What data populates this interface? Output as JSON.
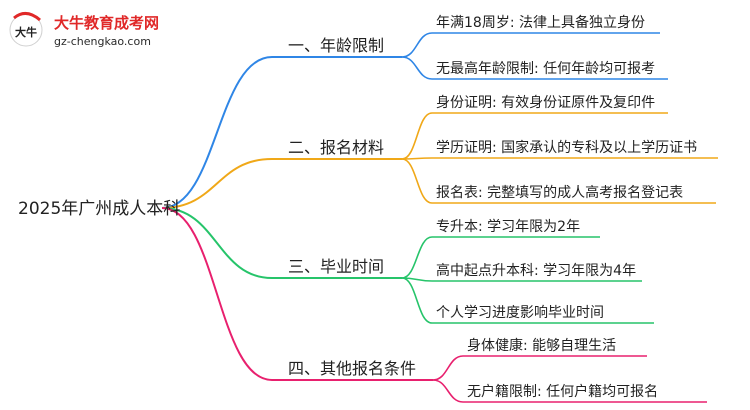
{
  "logo": {
    "site_name": "大牛教育成考网",
    "site_url": "gz-chengkao.com",
    "icon_char": "大牛"
  },
  "root": {
    "label": "2025年广州成人本科"
  },
  "branches": [
    {
      "label": "一、年龄限制",
      "color": "#2f86e6",
      "items": [
        "年满18周岁: 法律上具备独立身份",
        "无最高年龄限制: 任何年龄均可报考"
      ]
    },
    {
      "label": "二、报名材料",
      "color": "#f0a818",
      "items": [
        "身份证明: 有效身份证原件及复印件",
        "学历证明: 国家承认的专科及以上学历证书",
        "报名表: 完整填写的成人高考报名登记表"
      ]
    },
    {
      "label": "三、毕业时间",
      "color": "#26c46a",
      "items": [
        "专升本: 学习年限为2年",
        "高中起点升本科: 学习年限为4年",
        "个人学习进度影响毕业时间"
      ]
    },
    {
      "label": "四、其他报名条件",
      "color": "#e8206e",
      "items": [
        "身体健康: 能够自理生活",
        "无户籍限制: 任何户籍均可报名"
      ]
    }
  ]
}
